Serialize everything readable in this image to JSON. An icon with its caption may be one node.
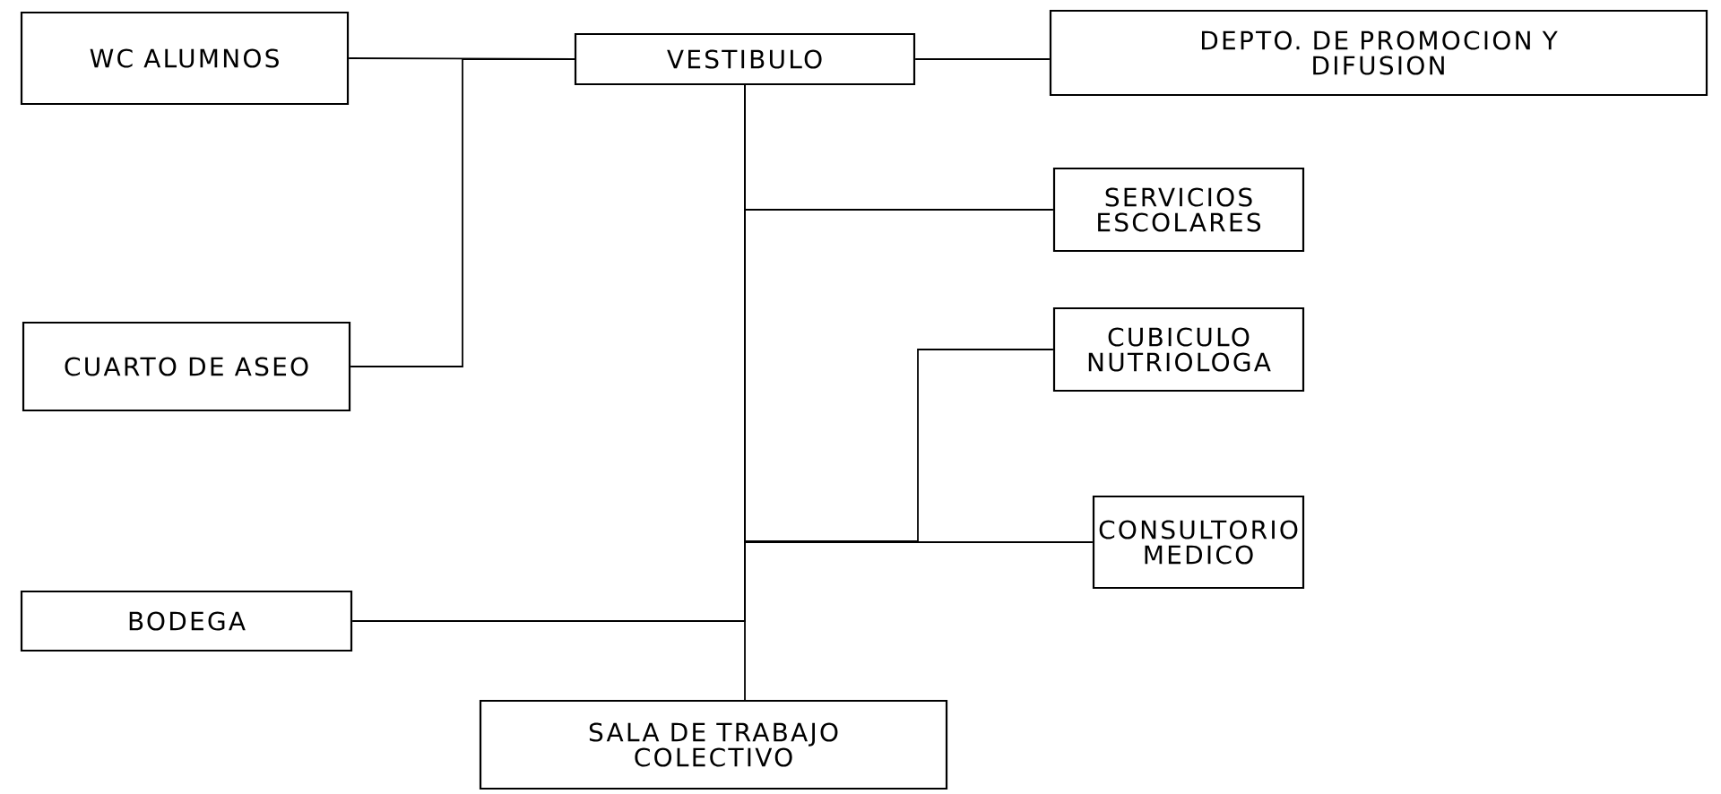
{
  "diagram": {
    "nodes": [
      {
        "text": [
          "WC ALUMNOS"
        ]
      },
      {
        "text": [
          "VESTIBULO"
        ]
      },
      {
        "text": [
          "DEPTO. DE PROMOCION Y DIFUSION"
        ]
      },
      {
        "text": [
          "SERVICIOS ESCOLARES"
        ]
      },
      {
        "text": [
          "CUARTO DE ASEO"
        ]
      },
      {
        "text": [
          "CUBICULO NUTRIOLOGA"
        ]
      },
      {
        "text": [
          "CONSULTORIO MEDICO"
        ]
      },
      {
        "text": [
          "BODEGA"
        ]
      },
      {
        "text": [
          "SALA DE TRABAJO COLECTIVO"
        ]
      }
    ],
    "edges": [
      {
        "from": 0,
        "to": 1,
        "arrow": "none"
      },
      {
        "from": 4,
        "to": 1,
        "arrow": "none"
      },
      {
        "from": 1,
        "to": 2,
        "arrow": "none"
      },
      {
        "from": 1,
        "to": 3,
        "arrow": "none"
      },
      {
        "from": 1,
        "to": 5,
        "arrow": "none"
      },
      {
        "from": 1,
        "to": 6,
        "arrow": "none"
      },
      {
        "from": 1,
        "to": 7,
        "arrow": "none"
      },
      {
        "from": 1,
        "to": 8,
        "arrow": "none"
      }
    ]
  }
}
